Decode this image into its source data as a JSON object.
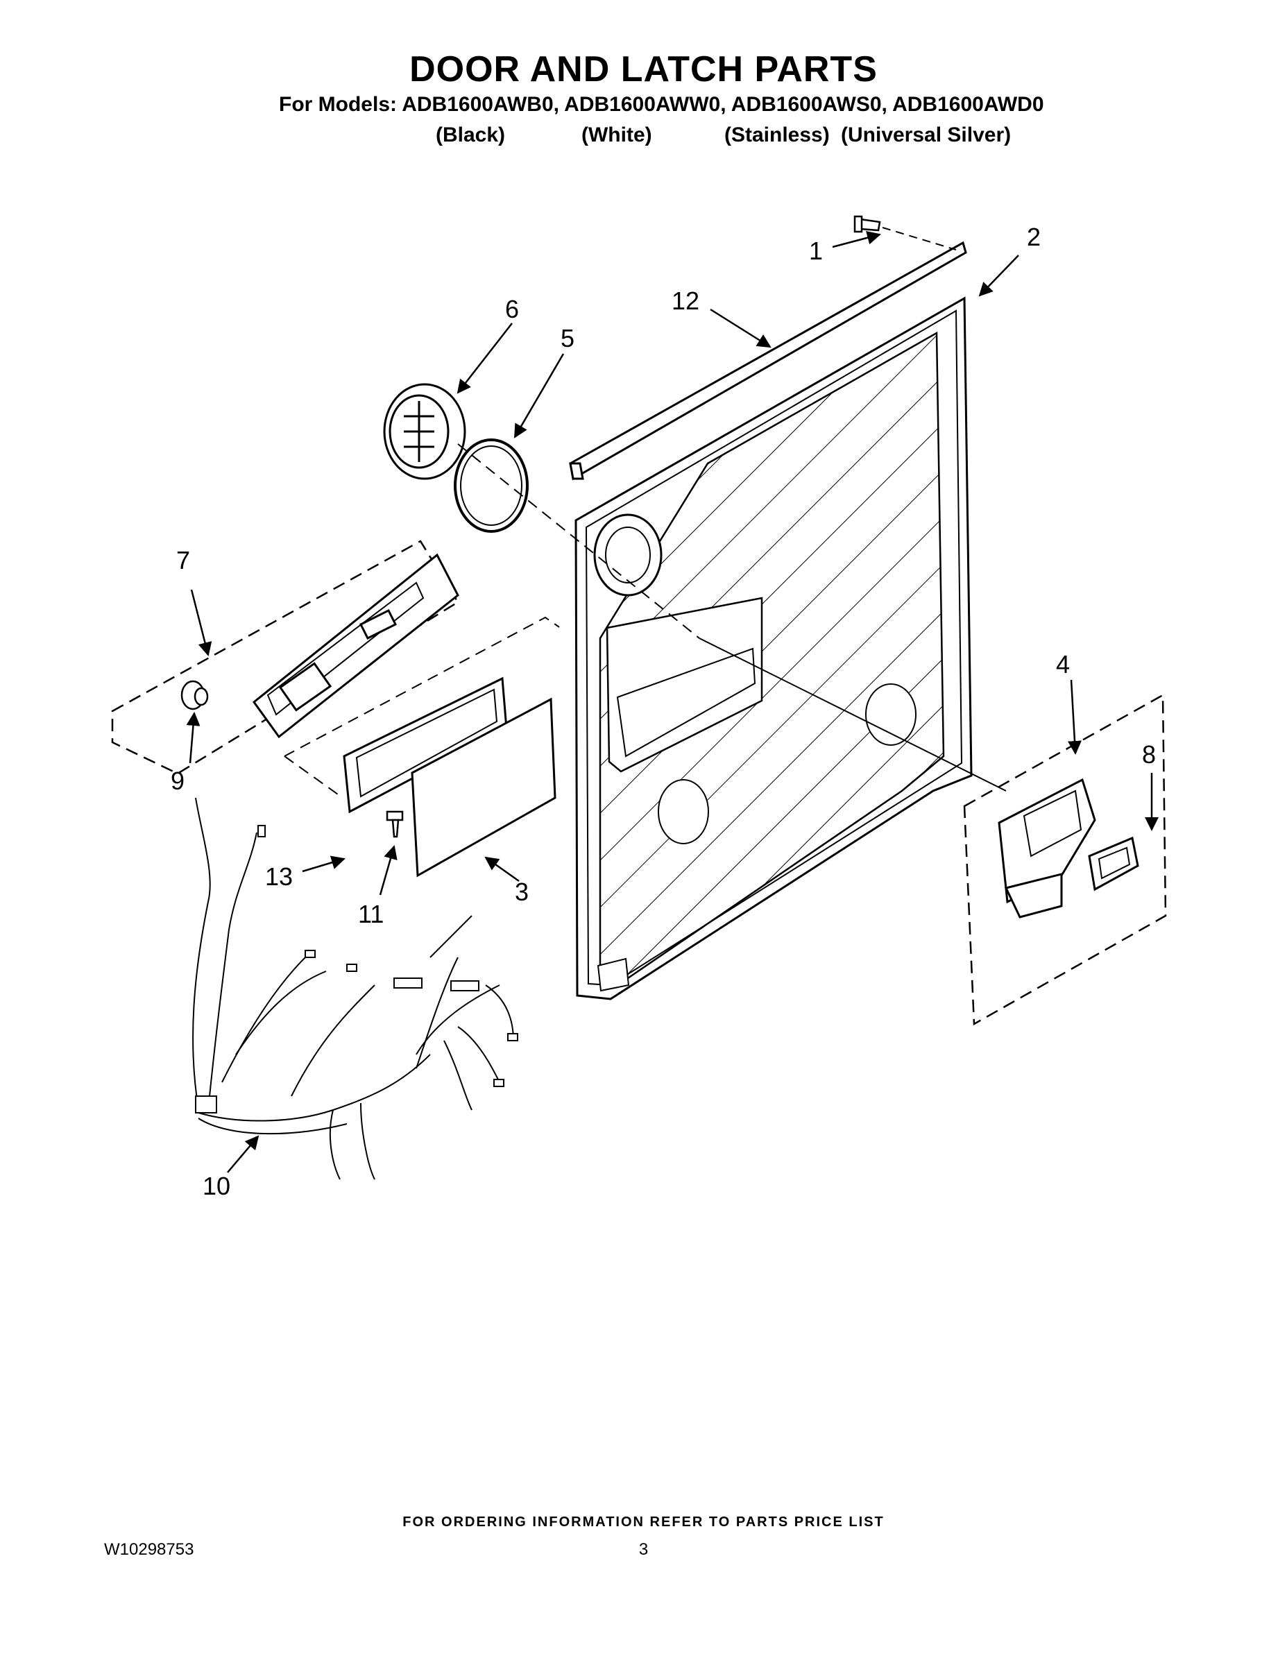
{
  "header": {
    "title": "DOOR AND LATCH PARTS",
    "models_line": "For Models: ADB1600AWB0, ADB1600AWW0, ADB1600AWS0, ADB1600AWD0",
    "colors": [
      "(Black)",
      "(White)",
      "(Stainless)",
      "(Universal Silver)"
    ]
  },
  "callouts": {
    "c1": "1",
    "c2": "2",
    "c3": "3",
    "c4": "4",
    "c5": "5",
    "c6": "6",
    "c7": "7",
    "c8": "8",
    "c9": "9",
    "c10": "10",
    "c11": "11",
    "c12": "12",
    "c13": "13"
  },
  "footer": {
    "ordering_note": "FOR ORDERING INFORMATION REFER TO PARTS PRICE LIST",
    "document_number": "W10298753",
    "page_number": "3"
  }
}
